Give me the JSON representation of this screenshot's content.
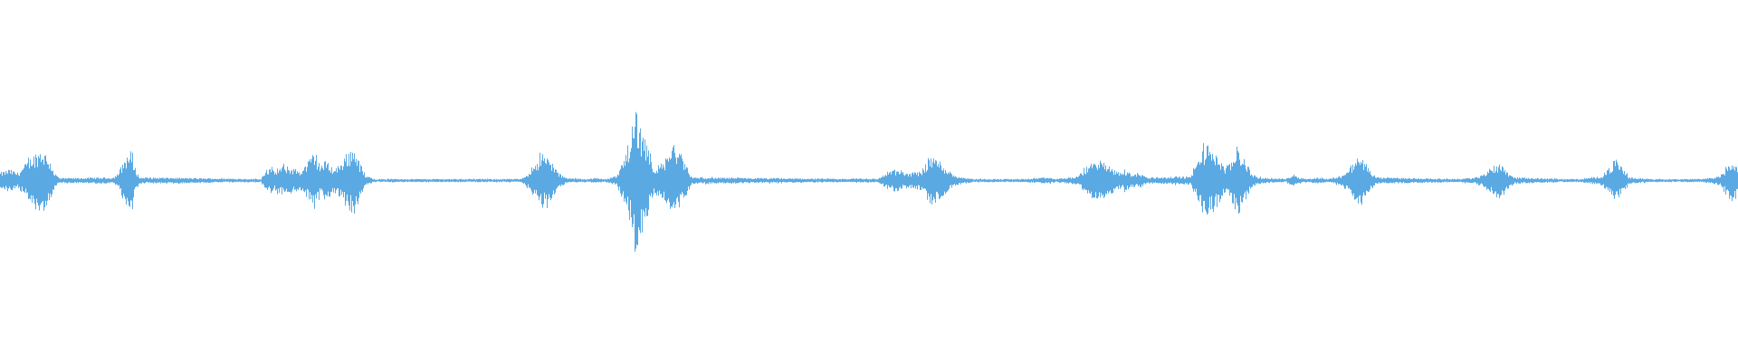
{
  "waveform": {
    "color": "#5aa9e2",
    "background": "#ffffff",
    "envelope": [
      [
        0.0,
        0.1
      ],
      [
        0.005,
        0.14
      ],
      [
        0.01,
        0.1
      ],
      [
        0.015,
        0.22
      ],
      [
        0.02,
        0.34
      ],
      [
        0.024,
        0.4
      ],
      [
        0.028,
        0.28
      ],
      [
        0.031,
        0.1
      ],
      [
        0.034,
        0.03
      ],
      [
        0.065,
        0.04
      ],
      [
        0.068,
        0.1
      ],
      [
        0.072,
        0.3
      ],
      [
        0.075,
        0.36
      ],
      [
        0.078,
        0.14
      ],
      [
        0.08,
        0.04
      ],
      [
        0.15,
        0.02
      ],
      [
        0.153,
        0.16
      ],
      [
        0.158,
        0.12
      ],
      [
        0.163,
        0.18
      ],
      [
        0.168,
        0.16
      ],
      [
        0.173,
        0.12
      ],
      [
        0.178,
        0.26
      ],
      [
        0.181,
        0.38
      ],
      [
        0.184,
        0.18
      ],
      [
        0.188,
        0.26
      ],
      [
        0.192,
        0.14
      ],
      [
        0.196,
        0.22
      ],
      [
        0.2,
        0.36
      ],
      [
        0.204,
        0.42
      ],
      [
        0.207,
        0.22
      ],
      [
        0.21,
        0.06
      ],
      [
        0.216,
        0.02
      ],
      [
        0.3,
        0.02
      ],
      [
        0.304,
        0.1
      ],
      [
        0.308,
        0.24
      ],
      [
        0.312,
        0.3
      ],
      [
        0.317,
        0.26
      ],
      [
        0.321,
        0.1
      ],
      [
        0.326,
        0.03
      ],
      [
        0.338,
        0.02
      ],
      [
        0.343,
        0.03
      ],
      [
        0.348,
        0.02
      ],
      [
        0.355,
        0.06
      ],
      [
        0.358,
        0.22
      ],
      [
        0.362,
        0.48
      ],
      [
        0.364,
        0.6
      ],
      [
        0.366,
        1.0
      ],
      [
        0.368,
        0.55
      ],
      [
        0.37,
        0.66
      ],
      [
        0.373,
        0.4
      ],
      [
        0.376,
        0.16
      ],
      [
        0.38,
        0.2
      ],
      [
        0.384,
        0.3
      ],
      [
        0.388,
        0.46
      ],
      [
        0.391,
        0.36
      ],
      [
        0.395,
        0.18
      ],
      [
        0.398,
        0.04
      ],
      [
        0.488,
        0.02
      ],
      [
        0.492,
        0.03
      ],
      [
        0.505,
        0.02
      ],
      [
        0.51,
        0.1
      ],
      [
        0.515,
        0.14
      ],
      [
        0.52,
        0.1
      ],
      [
        0.525,
        0.1
      ],
      [
        0.53,
        0.12
      ],
      [
        0.535,
        0.3
      ],
      [
        0.54,
        0.26
      ],
      [
        0.545,
        0.14
      ],
      [
        0.55,
        0.06
      ],
      [
        0.56,
        0.02
      ],
      [
        0.57,
        0.02
      ],
      [
        0.58,
        0.02
      ],
      [
        0.59,
        0.02
      ],
      [
        0.603,
        0.04
      ],
      [
        0.607,
        0.02
      ],
      [
        0.62,
        0.05
      ],
      [
        0.624,
        0.14
      ],
      [
        0.628,
        0.22
      ],
      [
        0.632,
        0.28
      ],
      [
        0.636,
        0.2
      ],
      [
        0.64,
        0.16
      ],
      [
        0.644,
        0.1
      ],
      [
        0.648,
        0.12
      ],
      [
        0.652,
        0.08
      ],
      [
        0.656,
        0.1
      ],
      [
        0.66,
        0.04
      ],
      [
        0.685,
        0.05
      ],
      [
        0.688,
        0.18
      ],
      [
        0.692,
        0.4
      ],
      [
        0.696,
        0.44
      ],
      [
        0.7,
        0.34
      ],
      [
        0.704,
        0.18
      ],
      [
        0.708,
        0.2
      ],
      [
        0.712,
        0.44
      ],
      [
        0.716,
        0.28
      ],
      [
        0.72,
        0.1
      ],
      [
        0.724,
        0.04
      ],
      [
        0.74,
        0.02
      ],
      [
        0.744,
        0.08
      ],
      [
        0.748,
        0.04
      ],
      [
        0.752,
        0.02
      ],
      [
        0.756,
        0.03
      ],
      [
        0.76,
        0.04
      ],
      [
        0.764,
        0.02
      ],
      [
        0.772,
        0.06
      ],
      [
        0.776,
        0.14
      ],
      [
        0.78,
        0.26
      ],
      [
        0.784,
        0.3
      ],
      [
        0.788,
        0.14
      ],
      [
        0.792,
        0.04
      ],
      [
        0.84,
        0.02
      ],
      [
        0.844,
        0.03
      ],
      [
        0.848,
        0.03
      ],
      [
        0.852,
        0.06
      ],
      [
        0.856,
        0.12
      ],
      [
        0.86,
        0.2
      ],
      [
        0.864,
        0.22
      ],
      [
        0.868,
        0.1
      ],
      [
        0.872,
        0.04
      ],
      [
        0.9,
        0.02
      ],
      [
        0.91,
        0.02
      ],
      [
        0.922,
        0.06
      ],
      [
        0.926,
        0.16
      ],
      [
        0.93,
        0.26
      ],
      [
        0.934,
        0.14
      ],
      [
        0.938,
        0.04
      ],
      [
        0.95,
        0.02
      ],
      [
        0.965,
        0.02
      ],
      [
        0.98,
        0.02
      ],
      [
        0.99,
        0.06
      ],
      [
        0.994,
        0.16
      ],
      [
        0.998,
        0.24
      ],
      [
        1.0,
        0.2
      ]
    ]
  }
}
